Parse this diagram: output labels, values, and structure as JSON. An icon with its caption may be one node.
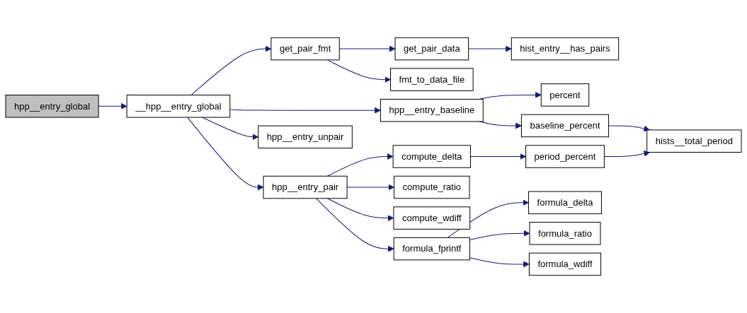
{
  "diagram": {
    "nodes": [
      {
        "text": [
          "hpp__entry_global"
        ]
      },
      {
        "text": [
          "__hpp__entry_global"
        ]
      },
      {
        "text": [
          "get_pair_fmt"
        ]
      },
      {
        "text": [
          "hpp__entry_baseline"
        ]
      },
      {
        "text": [
          "hpp__entry_pair"
        ]
      },
      {
        "text": [
          "hpp__entry_unpair"
        ]
      },
      {
        "text": [
          "fmt_to_data_file"
        ]
      },
      {
        "text": [
          "get_pair_data"
        ]
      },
      {
        "text": [
          "hist_entry__has_pairs"
        ]
      },
      {
        "text": [
          "percent"
        ]
      },
      {
        "text": [
          "baseline_percent"
        ]
      },
      {
        "text": [
          "hists__total_period"
        ]
      },
      {
        "text": [
          "compute_delta"
        ]
      },
      {
        "text": [
          "period_percent"
        ]
      },
      {
        "text": [
          "compute_ratio"
        ]
      },
      {
        "text": [
          "compute_wdiff"
        ]
      },
      {
        "text": [
          "formula_fprintf"
        ]
      },
      {
        "text": [
          "formula_delta"
        ]
      },
      {
        "text": [
          "formula_ratio"
        ]
      },
      {
        "text": [
          "formula_wdiff"
        ]
      }
    ],
    "edges": [
      {
        "from": 0,
        "to": 1,
        "arrow": "to"
      },
      {
        "from": 1,
        "to": 2,
        "arrow": "to"
      },
      {
        "from": 1,
        "to": 3,
        "arrow": "to"
      },
      {
        "from": 1,
        "to": 4,
        "arrow": "to"
      },
      {
        "from": 1,
        "to": 5,
        "arrow": "to"
      },
      {
        "from": 2,
        "to": 6,
        "arrow": "to"
      },
      {
        "from": 2,
        "to": 7,
        "arrow": "to"
      },
      {
        "from": 7,
        "to": 8,
        "arrow": "to"
      },
      {
        "from": 3,
        "to": 9,
        "arrow": "to"
      },
      {
        "from": 3,
        "to": 10,
        "arrow": "to"
      },
      {
        "from": 10,
        "to": 11,
        "arrow": "to"
      },
      {
        "from": 4,
        "to": 12,
        "arrow": "to"
      },
      {
        "from": 4,
        "to": 14,
        "arrow": "to"
      },
      {
        "from": 4,
        "to": 15,
        "arrow": "to"
      },
      {
        "from": 4,
        "to": 16,
        "arrow": "to"
      },
      {
        "from": 12,
        "to": 13,
        "arrow": "to"
      },
      {
        "from": 13,
        "to": 11,
        "arrow": "to"
      },
      {
        "from": 16,
        "to": 17,
        "arrow": "to"
      },
      {
        "from": 16,
        "to": 18,
        "arrow": "to"
      },
      {
        "from": 16,
        "to": 19,
        "arrow": "to"
      }
    ]
  }
}
